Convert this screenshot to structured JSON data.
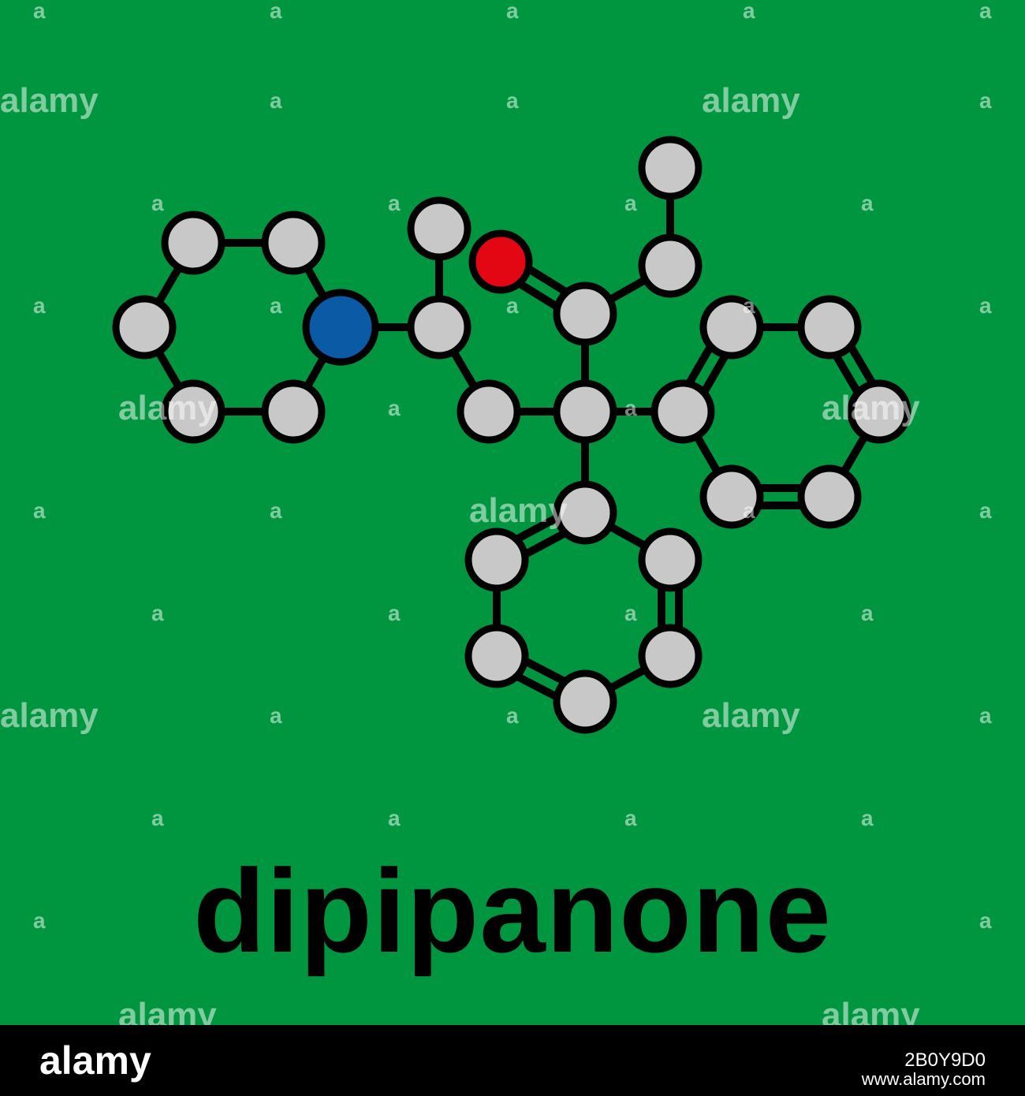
{
  "molecule": {
    "name": "dipipanone",
    "colors": {
      "background": "#009640",
      "carbon": "#c8c8c8",
      "nitrogen": "#0a5aa5",
      "oxygen": "#e30613",
      "outline": "#000000",
      "bond": "#000000"
    },
    "atoms": [
      {
        "id": "C1",
        "element": "C"
      },
      {
        "id": "C2",
        "element": "C"
      },
      {
        "id": "C3",
        "element": "C"
      },
      {
        "id": "C4",
        "element": "C"
      },
      {
        "id": "C5",
        "element": "C"
      },
      {
        "id": "N1",
        "element": "N"
      },
      {
        "id": "C6",
        "element": "C"
      },
      {
        "id": "C7",
        "element": "C"
      },
      {
        "id": "C8",
        "element": "C"
      },
      {
        "id": "C9",
        "element": "C"
      },
      {
        "id": "O1",
        "element": "O"
      },
      {
        "id": "C10",
        "element": "C"
      },
      {
        "id": "C11",
        "element": "C"
      },
      {
        "id": "C12",
        "element": "C"
      },
      {
        "id": "C13",
        "element": "C"
      },
      {
        "id": "C14",
        "element": "C"
      },
      {
        "id": "C15",
        "element": "C"
      },
      {
        "id": "C16",
        "element": "C"
      },
      {
        "id": "C17",
        "element": "C"
      },
      {
        "id": "C18",
        "element": "C"
      },
      {
        "id": "C19",
        "element": "C"
      },
      {
        "id": "C20",
        "element": "C"
      },
      {
        "id": "C21",
        "element": "C"
      },
      {
        "id": "C22",
        "element": "C"
      },
      {
        "id": "C23",
        "element": "C"
      },
      {
        "id": "C24",
        "element": "C"
      }
    ],
    "bonds": [
      {
        "from": "C1",
        "to": "C2",
        "order": 1
      },
      {
        "from": "C2",
        "to": "N1",
        "order": 1
      },
      {
        "from": "N1",
        "to": "C5",
        "order": 1
      },
      {
        "from": "C5",
        "to": "C4",
        "order": 1
      },
      {
        "from": "C4",
        "to": "C3",
        "order": 1
      },
      {
        "from": "C3",
        "to": "C1",
        "order": 1
      },
      {
        "from": "N1",
        "to": "C6",
        "order": 1
      },
      {
        "from": "C6",
        "to": "C7",
        "order": 1
      },
      {
        "from": "C6",
        "to": "C8",
        "order": 1
      },
      {
        "from": "C8",
        "to": "C9",
        "order": 1
      },
      {
        "from": "C9",
        "to": "C10",
        "order": 1
      },
      {
        "from": "C10",
        "to": "O1",
        "order": 2
      },
      {
        "from": "C10",
        "to": "C11",
        "order": 1
      },
      {
        "from": "C11",
        "to": "C12",
        "order": 1
      },
      {
        "from": "C9",
        "to": "C13",
        "order": 1
      },
      {
        "from": "C13",
        "to": "C14",
        "order": 2
      },
      {
        "from": "C14",
        "to": "C15",
        "order": 1
      },
      {
        "from": "C15",
        "to": "C16",
        "order": 2
      },
      {
        "from": "C16",
        "to": "C17",
        "order": 1
      },
      {
        "from": "C17",
        "to": "C18",
        "order": 2
      },
      {
        "from": "C18",
        "to": "C13",
        "order": 1
      },
      {
        "from": "C9",
        "to": "C19",
        "order": 1
      },
      {
        "from": "C19",
        "to": "C20",
        "order": 2
      },
      {
        "from": "C20",
        "to": "C21",
        "order": 1
      },
      {
        "from": "C21",
        "to": "C22",
        "order": 2
      },
      {
        "from": "C22",
        "to": "C23",
        "order": 1
      },
      {
        "from": "C23",
        "to": "C24",
        "order": 2
      },
      {
        "from": "C24",
        "to": "C19",
        "order": 1
      }
    ]
  },
  "watermark": {
    "word": "alamy",
    "letter": "a"
  },
  "footer": {
    "logo": "alamy",
    "image_id": "2B0Y9D0",
    "url": "www.alamy.com",
    "background": "#000000"
  }
}
